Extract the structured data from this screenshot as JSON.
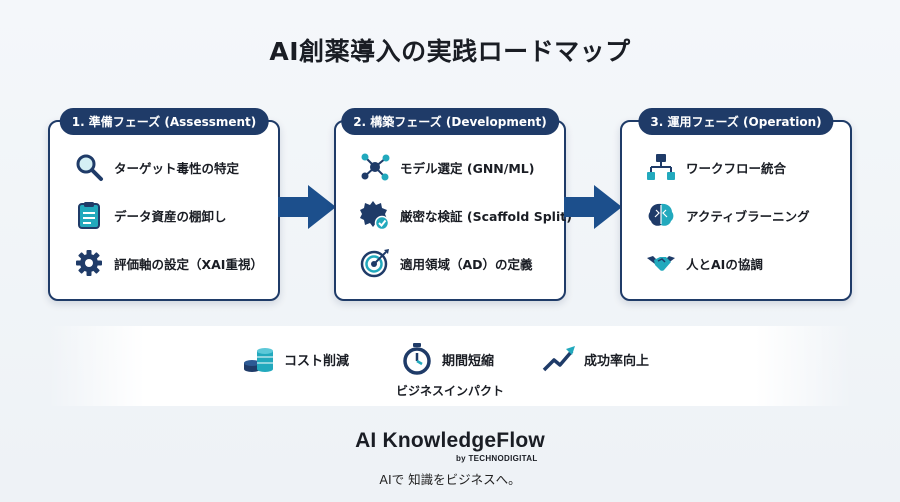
{
  "title": "AI創薬導入の実践ロードマップ",
  "phases": [
    {
      "label": "1. 準備フェーズ (Assessment)",
      "items": [
        {
          "label": "ターゲット毒性の特定",
          "icon": "magnifier-icon"
        },
        {
          "label": "データ資産の棚卸し",
          "icon": "clipboard-icon"
        },
        {
          "label": "評価軸の設定（XAI重視）",
          "icon": "gear-icon"
        }
      ]
    },
    {
      "label": "2. 構築フェーズ (Development)",
      "items": [
        {
          "label": "モデル選定 (GNN/ML)",
          "icon": "molecule-graph-icon"
        },
        {
          "label": "厳密な検証 (Scaffold Split)",
          "icon": "verified-badge-icon"
        },
        {
          "label": "適用領域（AD）の定義",
          "icon": "target-icon"
        }
      ]
    },
    {
      "label": "3. 運用フェーズ (Operation)",
      "items": [
        {
          "label": "ワークフロー統合",
          "icon": "workflow-icon"
        },
        {
          "label": "アクティブラーニング",
          "icon": "brain-icon"
        },
        {
          "label": "人とAIの協調",
          "icon": "handshake-icon"
        }
      ]
    }
  ],
  "impact": {
    "items": [
      {
        "label": "コスト削減",
        "icon": "coins-icon"
      },
      {
        "label": "期間短縮",
        "icon": "stopwatch-icon"
      },
      {
        "label": "成功率向上",
        "icon": "trend-up-icon"
      }
    ],
    "caption": "ビジネスインパクト"
  },
  "brand": {
    "name": "AI KnowledgeFlow",
    "by": "by TECHNODIGITAL",
    "tagline": "AIで 知識をビジネスへ。"
  },
  "colors": {
    "navy": "#1f3b68",
    "teal": "#22a9bd",
    "arrow": "#1c4f8c"
  }
}
